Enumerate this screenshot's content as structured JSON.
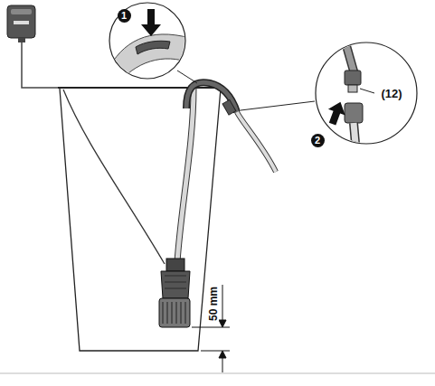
{
  "diagram": {
    "labels": [
      "1",
      "2",
      "(12)",
      "50 mm"
    ]
  }
}
